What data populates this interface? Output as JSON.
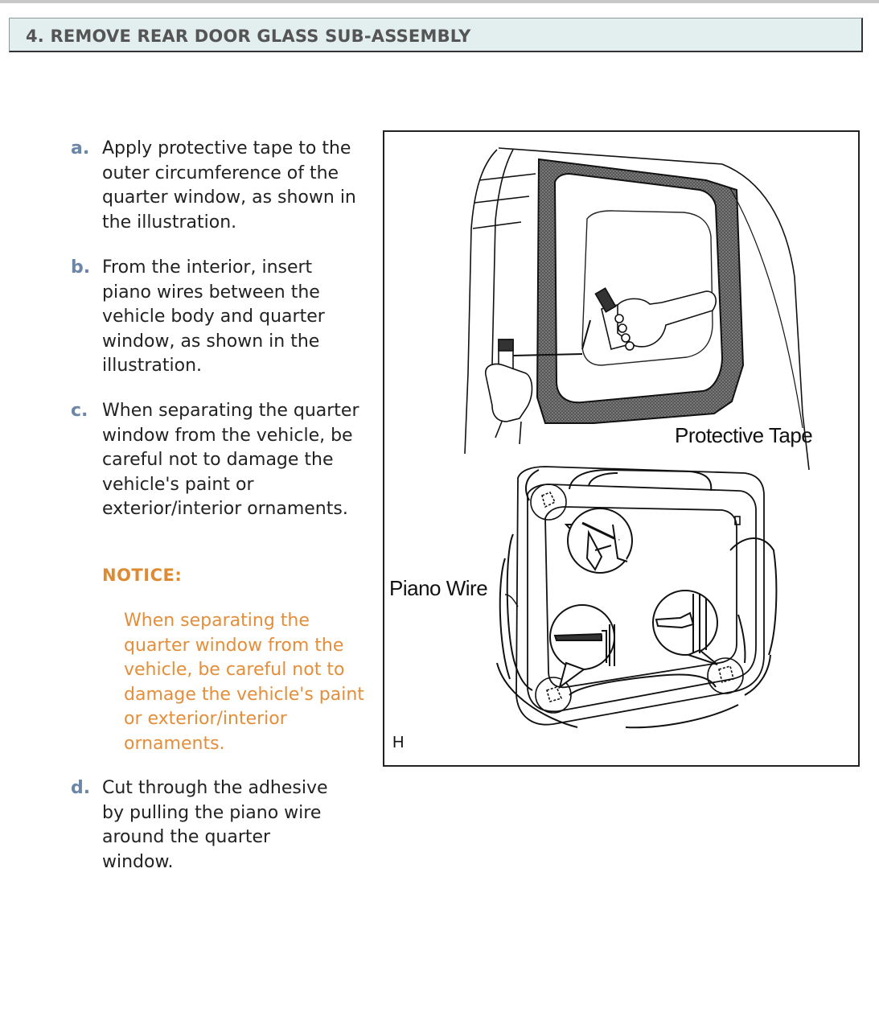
{
  "header": {
    "title": "4. REMOVE REAR DOOR GLASS SUB-ASSEMBLY"
  },
  "steps": [
    {
      "letter": "a.",
      "text": "Apply protective tape to the outer circumference of the quarter window, as shown in the illustration."
    },
    {
      "letter": "b.",
      "text": "From the interior, insert piano wires between the vehicle body and quarter window, as shown in the illustration."
    },
    {
      "letter": "c.",
      "text": "When separating the quarter window from the vehicle, be careful not to damage the vehicle's paint or exterior/interior ornaments."
    },
    {
      "letter": "d.",
      "text": "Cut through the adhesive by pulling the piano wire around the quarter window."
    }
  ],
  "notice": {
    "title": "NOTICE:",
    "text": "When separating the quarter window from the vehicle, be careful not to damage the vehicle's paint or exterior/interior ornaments."
  },
  "figure": {
    "label_tape": "Protective Tape",
    "label_wire": "Piano Wire",
    "code": "H"
  }
}
